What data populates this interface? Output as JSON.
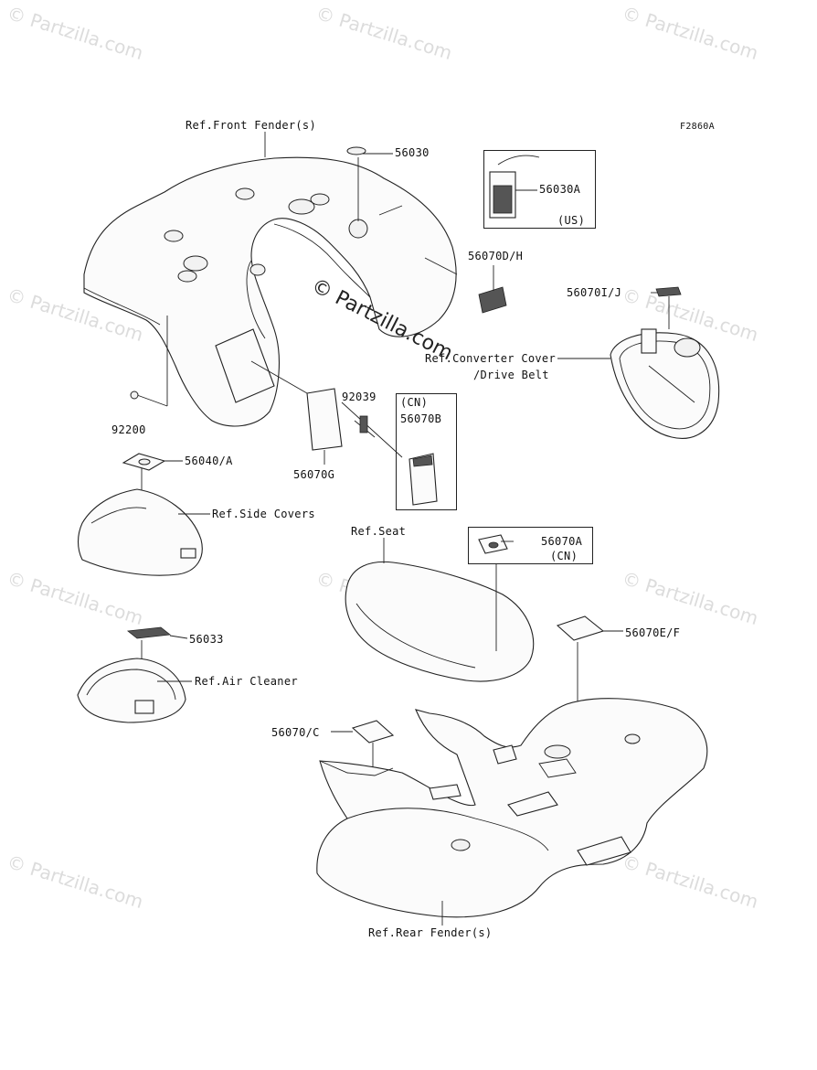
{
  "diagram_code": "F2860A",
  "watermark": "© Partzilla.com",
  "labels": {
    "front_fender": "Ref.Front Fender(s)",
    "p56030": "56030",
    "p56030a": "56030A",
    "us": "(US)",
    "p56070dh": "56070D/H",
    "p56070ij": "56070I/J",
    "converter_cover_1": "Ref.Converter Cover",
    "converter_cover_2": "/Drive Belt",
    "p92039": "92039",
    "cn_1": "(CN)",
    "p56070b": "56070B",
    "p92200": "92200",
    "p56040a": "56040/A",
    "p56070g": "56070G",
    "side_covers": "Ref.Side Covers",
    "seat": "Ref.Seat",
    "p56070a": "56070A",
    "cn_2": "(CN)",
    "p56033": "56033",
    "air_cleaner": "Ref.Air Cleaner",
    "p56070ef": "56070E/F",
    "p56070c": "56070/C",
    "rear_fender": "Ref.Rear Fender(s)"
  }
}
